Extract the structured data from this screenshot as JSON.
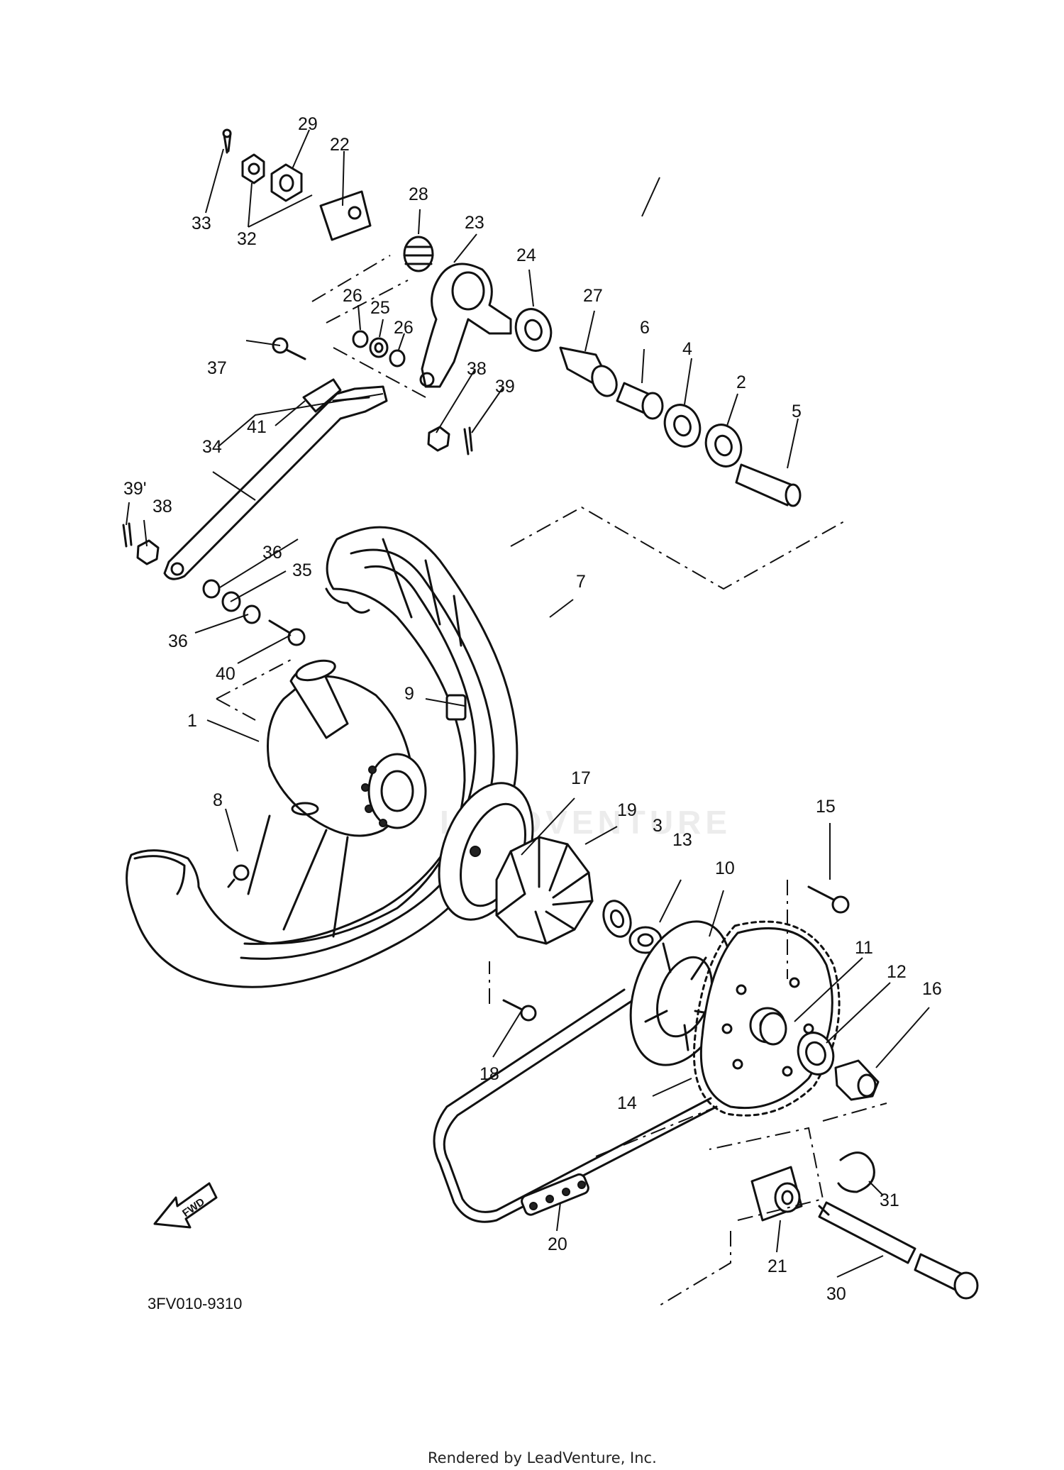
{
  "diagram": {
    "code": "3FV010-9310",
    "footer": "Rendered by LeadVenture, Inc.",
    "watermark": "LEADVENTURE",
    "fwd_label": "FWD",
    "callouts": [
      "1",
      "2",
      "3",
      "4",
      "5",
      "6",
      "7",
      "8",
      "9",
      "10",
      "11",
      "12",
      "13",
      "14",
      "15",
      "16",
      "17",
      "18",
      "19",
      "20",
      "21",
      "22",
      "23",
      "24",
      "25",
      "26",
      "26",
      "27",
      "28",
      "29",
      "30",
      "31",
      "32",
      "33",
      "34",
      "35",
      "36",
      "36",
      "37",
      "38",
      "38",
      "39",
      "39'",
      "40",
      "41"
    ]
  }
}
